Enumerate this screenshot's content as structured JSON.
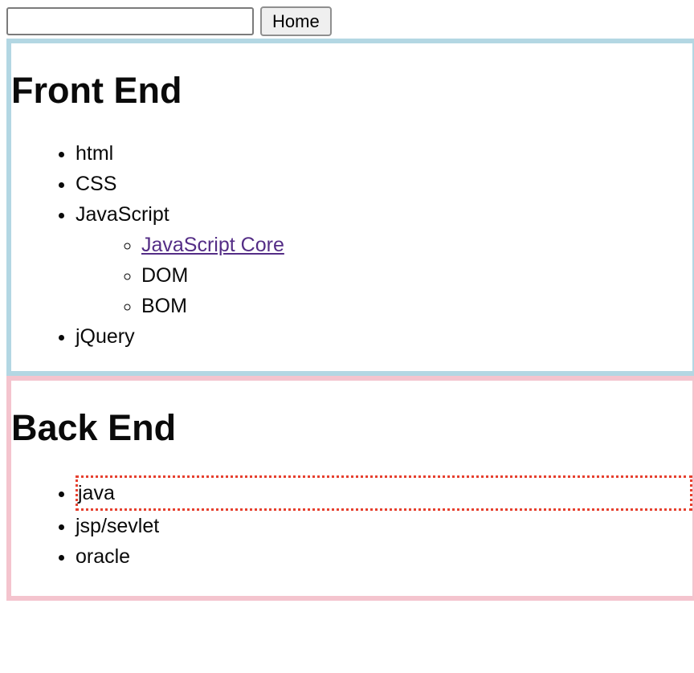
{
  "toolbar": {
    "text_input_value": "",
    "home_button_label": "Home"
  },
  "front_end": {
    "heading": "Front End",
    "items": [
      "html",
      "CSS",
      "JavaScript",
      "jQuery"
    ],
    "javascript_subitems": [
      "JavaScript Core",
      "DOM",
      "BOM"
    ]
  },
  "back_end": {
    "heading": "Back End",
    "items": [
      "java",
      "jsp/sevlet",
      "oracle"
    ]
  },
  "colors": {
    "front_end_border": "#b3d7e3",
    "back_end_border": "#f4c4ce",
    "java_highlight_border": "#e6402f",
    "visited_link": "#542d86"
  }
}
